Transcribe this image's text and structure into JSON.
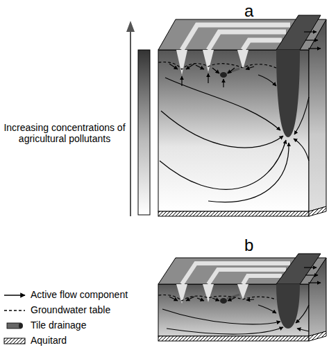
{
  "diagram": {
    "labels": [
      "a",
      "Increasing concentrations of agricultural pollutants",
      "b"
    ],
    "legend": [
      {
        "text": "Active flow component"
      },
      {
        "text": "Groundwater table"
      },
      {
        "text": "Tile drainage"
      },
      {
        "text": "Aquitard"
      }
    ]
  }
}
